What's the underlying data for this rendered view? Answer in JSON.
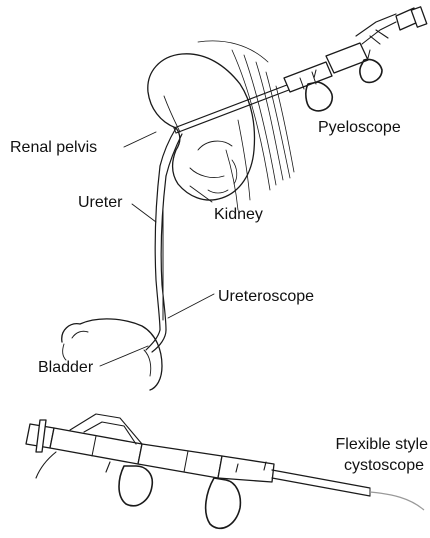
{
  "labels": {
    "renal_pelvis": "Renal pelvis",
    "ureter": "Ureter",
    "kidney": "Kidney",
    "ureteroscope": "Ureteroscope",
    "bladder": "Bladder",
    "pyeloscope": "Pyeloscope",
    "flexible_line1": "Flexible style",
    "flexible_line2": "cystoscope"
  },
  "colors": {
    "ink": "#1a1a1a",
    "background": "#ffffff"
  }
}
